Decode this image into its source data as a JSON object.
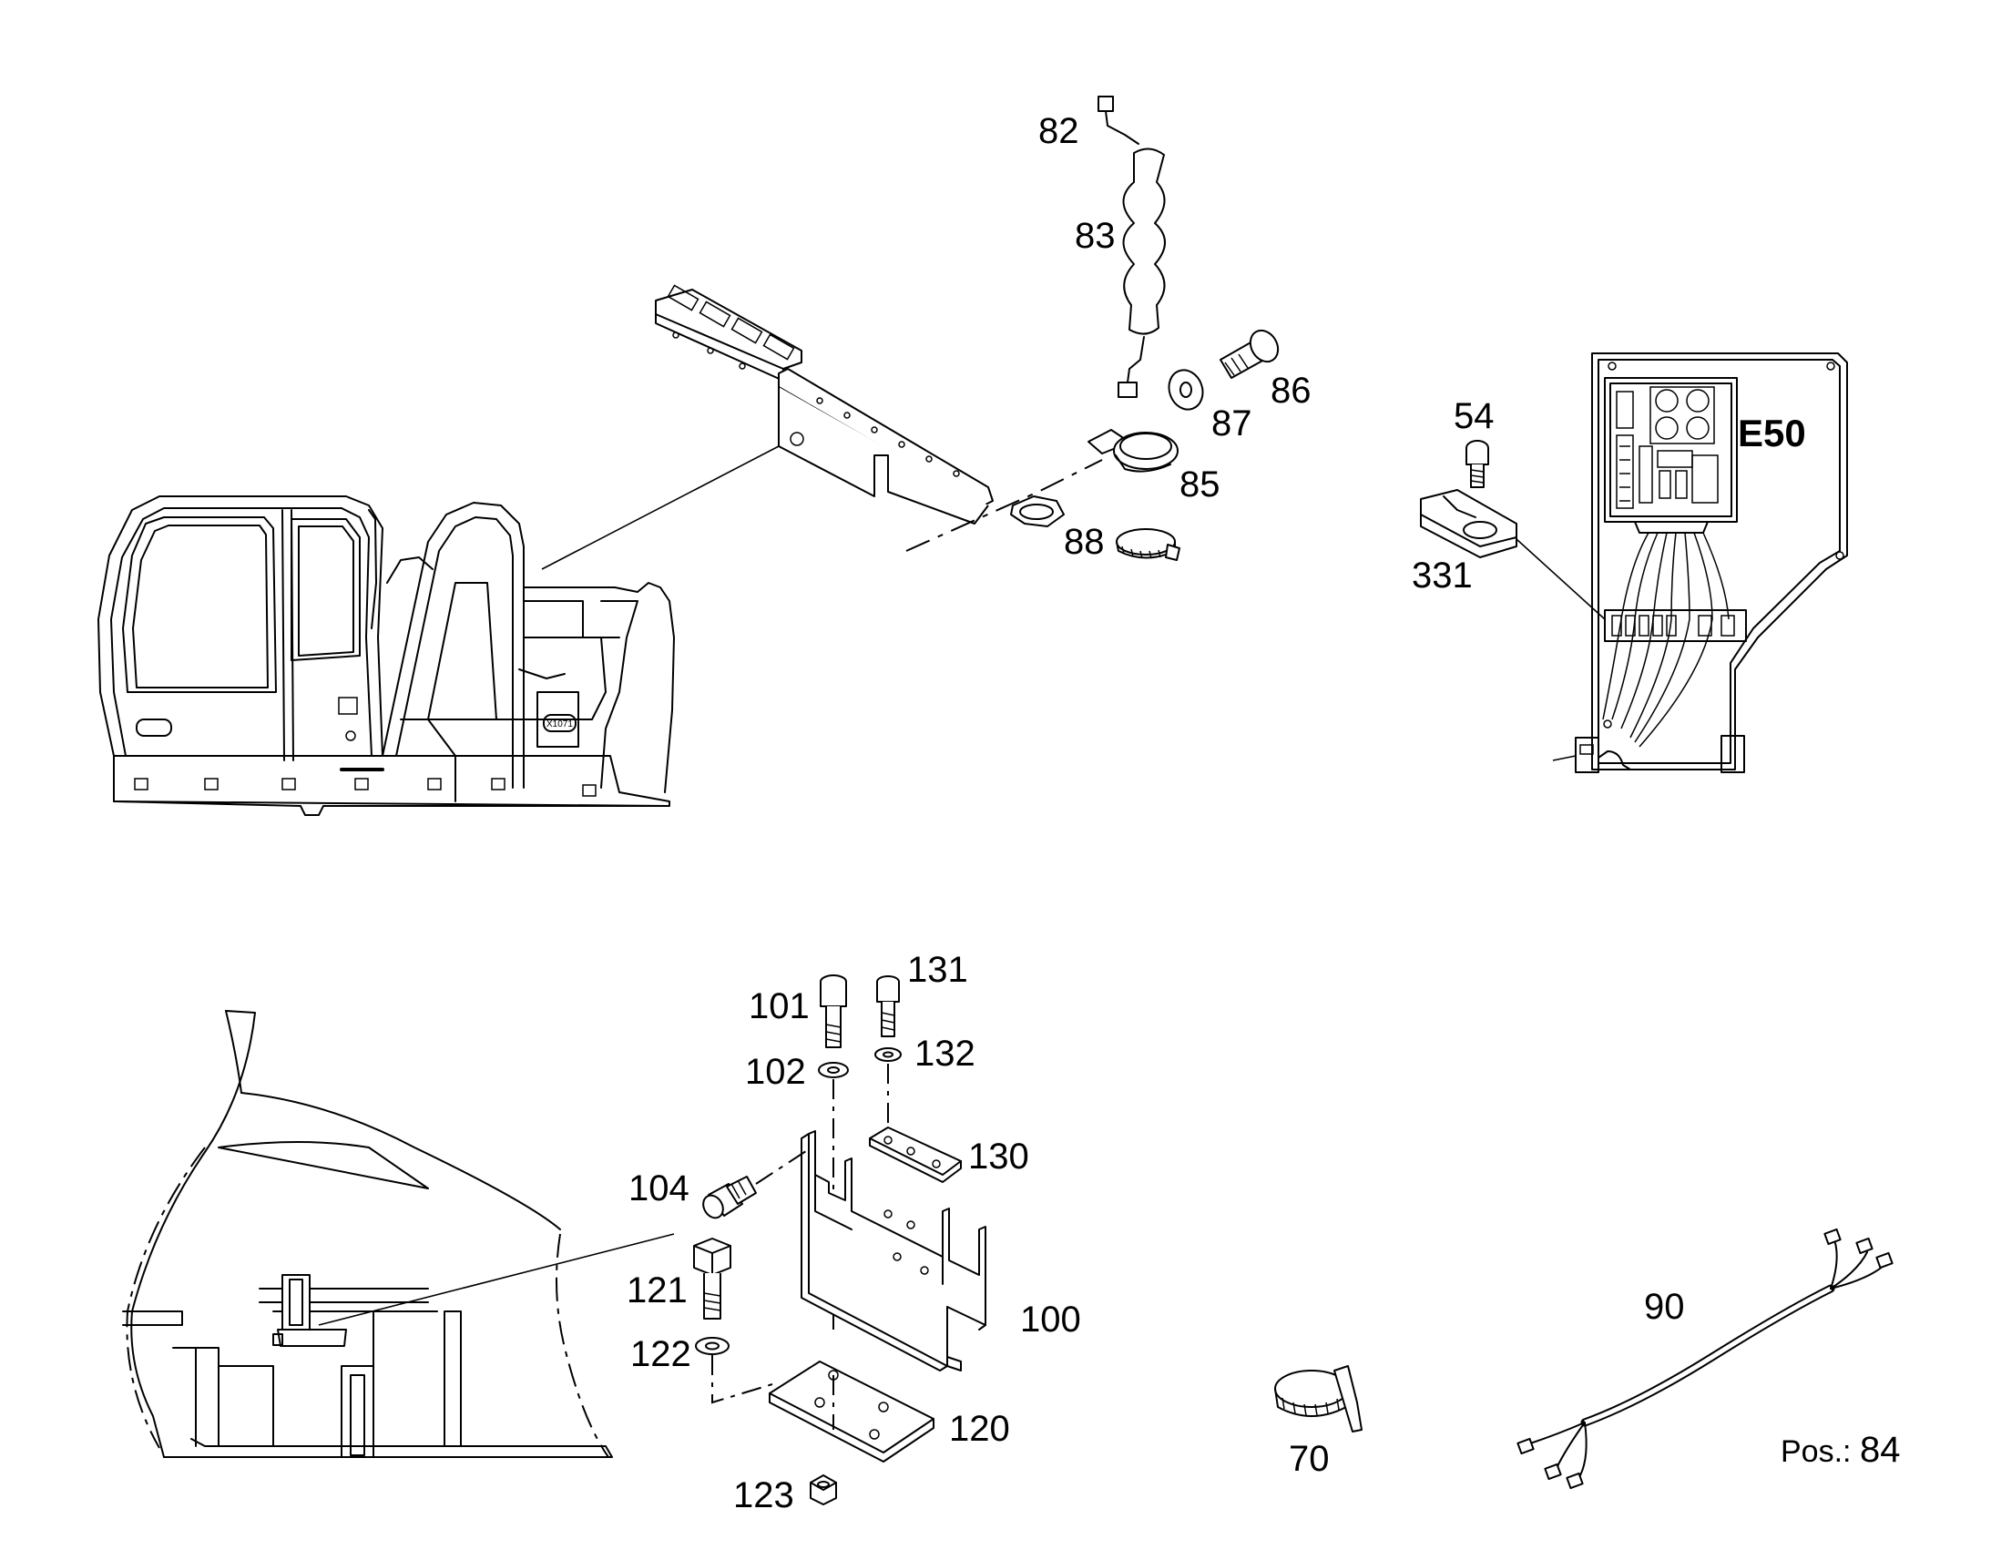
{
  "labels": {
    "p82": "82",
    "p83": "83",
    "p86": "86",
    "p87": "87",
    "p85": "85",
    "p88": "88",
    "p54": "54",
    "p331": "331",
    "e50": "E50",
    "p101": "101",
    "p131": "131",
    "p102": "102",
    "p132": "132",
    "p130": "130",
    "p104": "104",
    "p121": "121",
    "p100": "100",
    "p122": "122",
    "p120": "120",
    "p123": "123",
    "p70": "70",
    "p90": "90",
    "pos_prefix": "Pos.:",
    "pos_value": "84",
    "machine_tag": "X1071"
  },
  "colors": {
    "ink": "#000000",
    "paper": "#ffffff"
  }
}
